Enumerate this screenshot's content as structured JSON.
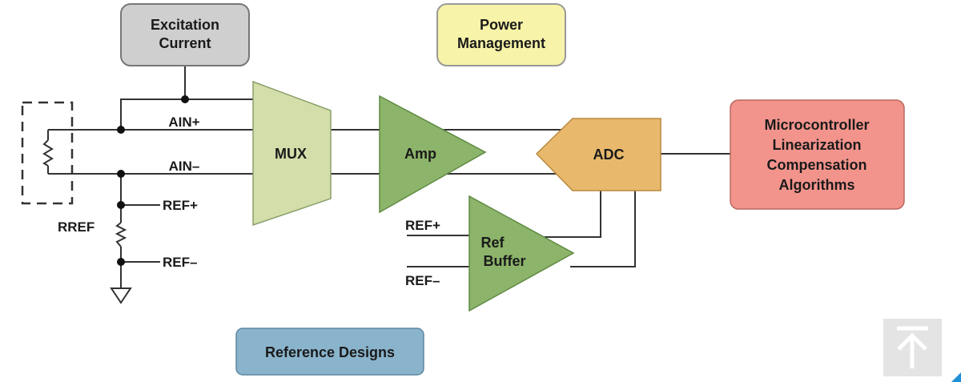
{
  "colors": {
    "excitation": "#cfcfcf",
    "power": "#f7f3a8",
    "mux": "#d3deaa",
    "amp": "#8cb46a",
    "adc": "#e8b96c",
    "mcu": "#f3948c",
    "reference": "#8ab4cc",
    "stroke": "#777777",
    "scroll_button": "#e4e4e4",
    "accent": "#1f8fd6"
  },
  "blocks": {
    "excitation": {
      "line1": "Excitation",
      "line2": "Current"
    },
    "power": {
      "line1": "Power",
      "line2": "Management"
    },
    "mux": {
      "label": "MUX"
    },
    "amp": {
      "label": "Amp"
    },
    "adc": {
      "label": "ADC"
    },
    "ref_buffer": {
      "line1": "Ref",
      "line2": "Buffer"
    },
    "mcu": {
      "line1": "Microcontroller",
      "line2": "Linearization",
      "line3": "Compensation",
      "line4": "Algorithms"
    },
    "reference_designs": {
      "label": "Reference Designs"
    }
  },
  "signals": {
    "ain_plus": "AIN+",
    "ain_minus": "AIN–",
    "ref_plus_left": "REF+",
    "ref_minus_left": "REF–",
    "rref": "RREF",
    "ref_plus_buffer": "REF+",
    "ref_minus_buffer": "REF–"
  },
  "scroll_top": {
    "icon": "arrow-up-icon"
  }
}
